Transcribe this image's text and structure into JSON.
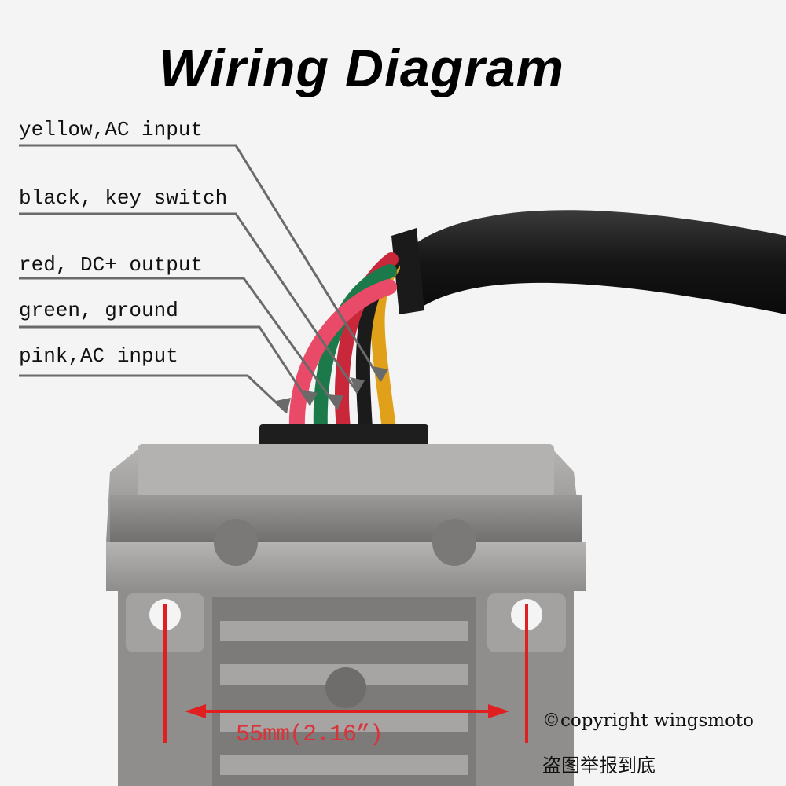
{
  "title": "Wiring Diagram",
  "wires": [
    {
      "label": "yellow,AC input",
      "color": "#e0a01a"
    },
    {
      "label": "black, key switch",
      "color": "#1b1b1b"
    },
    {
      "label": "red, DC+ output",
      "color": "#c8283a"
    },
    {
      "label": "green, ground",
      "color": "#1c7a4a"
    },
    {
      "label": "pink,AC input",
      "color": "#e84a68"
    }
  ],
  "dimension": {
    "label": "55mm(2.16”)",
    "color": "#e02020"
  },
  "copyright": "©copyright wingsmoto",
  "watermark": "盗图举报到底"
}
